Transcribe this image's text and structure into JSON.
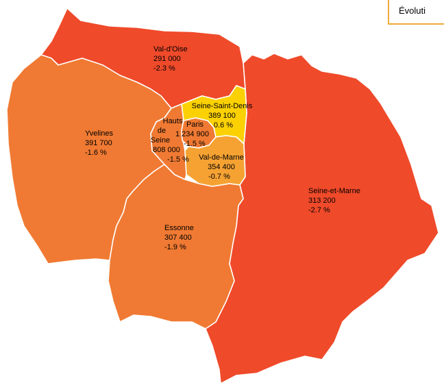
{
  "legend": {
    "title": "Évoluti"
  },
  "colors": {
    "loss_high": "#ef4a2a",
    "loss_mid": "#f07a33",
    "loss_low": "#f5a233",
    "gain": "#fbd104",
    "border": "#ffffff"
  },
  "regions": [
    {
      "name": "Val-d'Oise",
      "population": "291 000",
      "change": "-2.3 %",
      "change_pct": -2.3
    },
    {
      "name": "Yvelines",
      "population": "391 700",
      "change": "-1.6 %",
      "change_pct": -1.6
    },
    {
      "name": "Hauts de Seine",
      "name_lines": [
        "Hauts",
        "de",
        "Seine"
      ],
      "population": "808 000",
      "change": "-1.5 %",
      "change_pct": -1.5
    },
    {
      "name": "Paris",
      "population": "1 234 900",
      "change": "-1.5 %",
      "change_pct": -1.5
    },
    {
      "name": "Seine-Saint-Denis",
      "population": "389 100",
      "change": "0.6 %",
      "change_pct": 0.6
    },
    {
      "name": "Val-de-Marne",
      "population": "354 400",
      "change": "-0.7 %",
      "change_pct": -0.7
    },
    {
      "name": "Seine-et-Marne",
      "population": "313 200",
      "change": "-2.7 %",
      "change_pct": -2.7
    },
    {
      "name": "Essonne",
      "population": "307 400",
      "change": "-1.9 %",
      "change_pct": -1.9
    }
  ]
}
